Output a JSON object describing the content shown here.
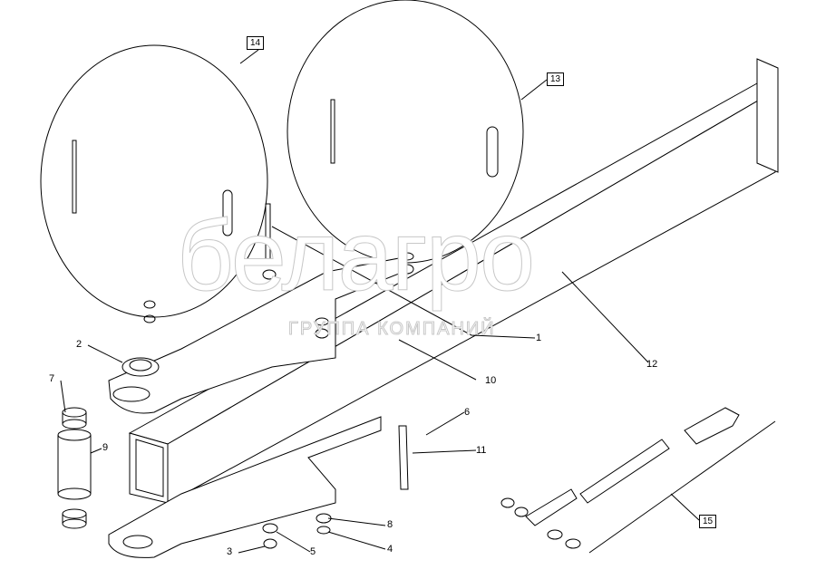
{
  "watermark": {
    "brand": "белагро",
    "tagline": "ГРУППА КОМПАНИЙ"
  },
  "callout_boxes": {
    "group_14": "14",
    "group_13": "13",
    "group_15": "15"
  },
  "part_labels": {
    "p1": "1",
    "p2": "2",
    "p3": "3",
    "p4": "4",
    "p5": "5",
    "p6": "6",
    "p7": "7",
    "p8": "8",
    "p9": "9",
    "p10": "10",
    "p11": "11",
    "p12": "12"
  }
}
